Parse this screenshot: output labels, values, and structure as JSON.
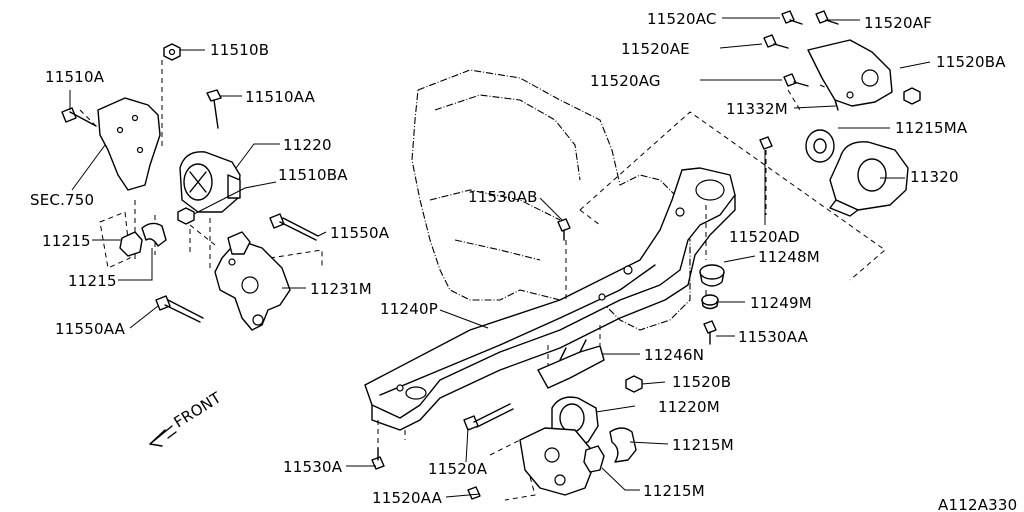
{
  "diagram": {
    "ref_code": "A112A330",
    "front_label": "FRONT",
    "labels": [
      {
        "id": "11520AC",
        "text": "11520AC"
      },
      {
        "id": "11520AF",
        "text": "11520AF"
      },
      {
        "id": "11520AE",
        "text": "11520AE"
      },
      {
        "id": "11520BA",
        "text": "11520BA"
      },
      {
        "id": "11520AG",
        "text": "11520AG"
      },
      {
        "id": "11332M",
        "text": "11332M"
      },
      {
        "id": "11215MA",
        "text": "11215MA"
      },
      {
        "id": "11320",
        "text": "11320"
      },
      {
        "id": "11520AD",
        "text": "11520AD"
      },
      {
        "id": "11248M",
        "text": "11248M"
      },
      {
        "id": "11249M",
        "text": "11249M"
      },
      {
        "id": "11530AA",
        "text": "11530AA"
      },
      {
        "id": "11246N",
        "text": "11246N"
      },
      {
        "id": "11520B",
        "text": "11520B"
      },
      {
        "id": "11220M",
        "text": "11220M"
      },
      {
        "id": "11215M-a",
        "text": "11215M"
      },
      {
        "id": "11215M-b",
        "text": "11215M"
      },
      {
        "id": "11520AA",
        "text": "11520AA"
      },
      {
        "id": "11520A",
        "text": "11520A"
      },
      {
        "id": "11530A",
        "text": "11530A"
      },
      {
        "id": "11240P",
        "text": "11240P"
      },
      {
        "id": "11530AB",
        "text": "11530AB"
      },
      {
        "id": "11510B",
        "text": "11510B"
      },
      {
        "id": "11510A",
        "text": "11510A"
      },
      {
        "id": "11510AA",
        "text": "11510AA"
      },
      {
        "id": "11220",
        "text": "11220"
      },
      {
        "id": "11510BA",
        "text": "11510BA"
      },
      {
        "id": "SEC750",
        "text": "SEC.750"
      },
      {
        "id": "11215-a",
        "text": "11215"
      },
      {
        "id": "11215-b",
        "text": "11215"
      },
      {
        "id": "11550A",
        "text": "11550A"
      },
      {
        "id": "11231M",
        "text": "11231M"
      },
      {
        "id": "11550AA",
        "text": "11550AA"
      }
    ]
  }
}
